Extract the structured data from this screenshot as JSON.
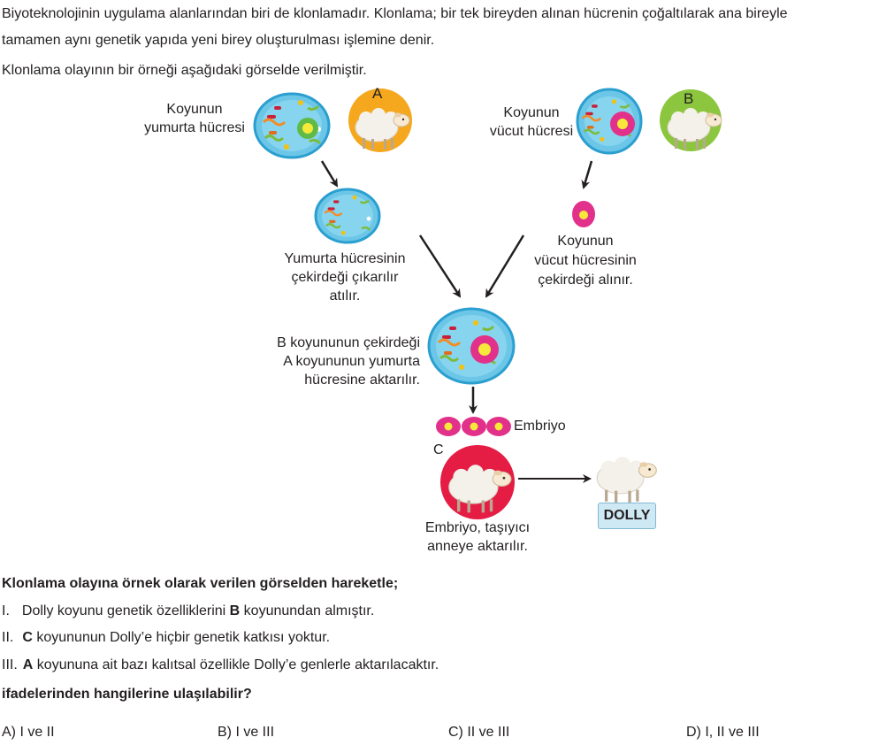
{
  "intro": {
    "line1": "Biyoteknolojinin uygulama alanlarından biri de klonlamadır. Klonlama; bir tek bireyden alınan hücrenin çoğaltılarak ana bireyle",
    "line2": "tamamen aynı genetik yapıda yeni birey oluşturulması işlemine denir.",
    "line3": "Klonlama olayının bir örneği aşağıdaki görselde verilmiştir."
  },
  "figure": {
    "egg_label_1": "Koyunun",
    "egg_label_2": "yumurta hücresi",
    "body_label_1": "Koyunun",
    "body_label_2": "vücut hücresi",
    "sheep_a": "A",
    "sheep_b": "B",
    "sheep_c": "C",
    "enucleated_1": "Yumurta hücresinin",
    "enucleated_2": "çekirdeği çıkarılır",
    "enucleated_3": "atılır.",
    "nucleus_1": "Koyunun",
    "nucleus_2": "vücut hücresinin",
    "nucleus_3": "çekirdeği alınır.",
    "transfer_1": "B koyununun çekirdeği",
    "transfer_2": "A koyununun yumurta",
    "transfer_3": "hücresine aktarılır.",
    "embryo": "Embriyo",
    "surrogate_1": "Embriyo, taşıyıcı",
    "surrogate_2": "anneye aktarılır.",
    "dolly": "DOLLY",
    "colors": {
      "cell_fill": "#6cc6e8",
      "cell_border": "#2b9fcf",
      "nucleus": "#e2318a",
      "ring_a": "#f5a81e",
      "ring_b": "#8cc63e",
      "ring_c": "#e51c44"
    }
  },
  "question": {
    "stem": "Klonlama olayına örnek olarak verilen görselden hareketle;",
    "items": [
      {
        "num": "I.",
        "pre": "Dolly koyunu genetik özelliklerini ",
        "bold": "B",
        "post": " koyunundan almıştır."
      },
      {
        "num": "II.",
        "pre": "",
        "bold": "C",
        "post": " koyununun Dolly’e hiçbir genetik katkısı yoktur."
      },
      {
        "num": "III.",
        "pre": "",
        "bold": "A",
        "post": " koyununa ait bazı kalıtsal özellikle Dolly’e genlerle aktarılacaktır."
      }
    ],
    "prompt": "ifadelerinden hangilerine ulaşılabilir?",
    "options": [
      "A) I ve II",
      "B) I ve III",
      "C) II ve III",
      "D) I, II ve III"
    ]
  }
}
